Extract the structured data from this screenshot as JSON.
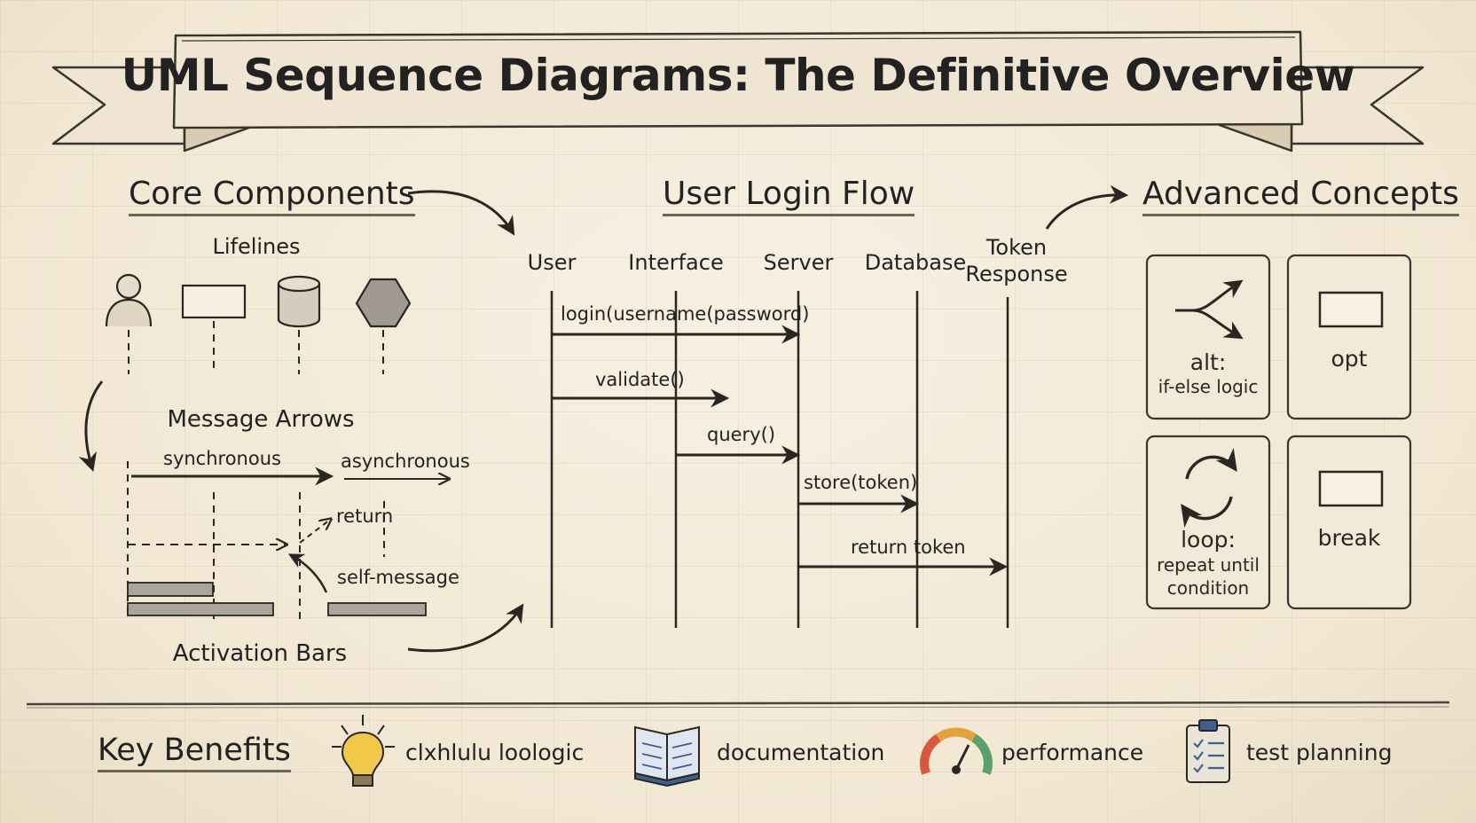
{
  "title": "UML Sequence Diagrams: The Definitive Overview",
  "core": {
    "heading": "Core Components",
    "lifelines": "Lifelines",
    "message_arrows": "Message Arrows",
    "synchronous": "synchronous",
    "asynchronous": "asynchronous",
    "return": "return",
    "self_message": "self-message",
    "activation_bars": "Activation Bars"
  },
  "flow": {
    "heading": "User Login Flow",
    "lifelines": [
      "User",
      "Interface",
      "Server",
      "Database"
    ],
    "token_line1": "Token",
    "token_line2": "Response",
    "messages": [
      "login(username(password)",
      "validate()",
      "query()",
      "store(token)",
      "return token"
    ]
  },
  "advanced": {
    "heading": "Advanced Concepts",
    "alt_title": "alt:",
    "alt_sub": "if-else logic",
    "opt": "opt",
    "loop_title": "loop:",
    "loop_sub1": "repeat until",
    "loop_sub2": "condition",
    "break": "break"
  },
  "benefits": {
    "heading": "Key Benefits",
    "items": [
      "clxhlulu loologic",
      "documentation",
      "performance",
      "test planning"
    ]
  },
  "icons": [
    "actor-icon",
    "object-box-icon",
    "database-icon",
    "hexagon-icon",
    "branch-arrows-icon",
    "rectangle-icon",
    "loop-arrows-icon",
    "lightbulb-icon",
    "book-icon",
    "gauge-icon",
    "clipboard-icon"
  ],
  "colors": {
    "ink": "#2a2622",
    "paper": "#f4ecdc",
    "bulb": "#f2c84b",
    "book": "#3f5f8c",
    "gauge_red": "#d9573f",
    "gauge_green": "#5aa06a"
  }
}
